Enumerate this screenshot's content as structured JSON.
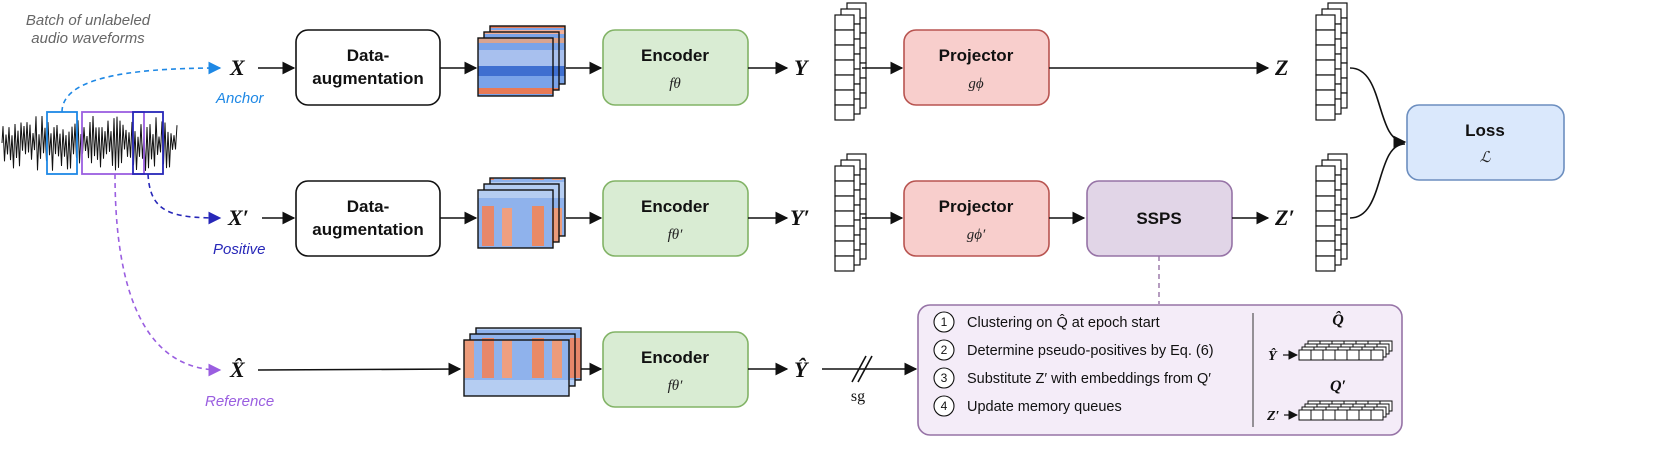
{
  "caption": "Batch of unlabeled\naudio waveforms",
  "inputs": {
    "anchor": {
      "symbol": "X",
      "label": "Anchor"
    },
    "positive": {
      "symbol": "X′",
      "label": "Positive"
    },
    "reference": {
      "symbol": "X̂",
      "label": "Reference"
    }
  },
  "augment": {
    "title_line1": "Data-",
    "title_line2": "augmentation"
  },
  "encoders": {
    "title": "Encoder",
    "sub_anchor": "fθ",
    "sub_positive": "fθ′",
    "sub_reference": "fθ′"
  },
  "outputs": {
    "y": "Y",
    "y_prime": "Y′",
    "y_hat": "Ŷ",
    "z": "Z",
    "z_prime": "Z′"
  },
  "projectors": {
    "title": "Projector",
    "sub_anchor": "gϕ",
    "sub_positive": "gϕ′"
  },
  "sssp": {
    "title": "SSPS"
  },
  "loss": {
    "title": "Loss",
    "symbol": "ℒ"
  },
  "sg_label": "sg",
  "steps": [
    {
      "num": "1",
      "text": "Clustering on Q̂ at epoch start"
    },
    {
      "num": "2",
      "text": "Determine pseudo-positives by Eq. (6)"
    },
    {
      "num": "3",
      "text": "Substitute Z′ with embeddings from Q′"
    },
    {
      "num": "4",
      "text": "Update memory queues"
    }
  ],
  "queues": {
    "q_hat": "Q̂",
    "y_hat_in": "Ŷ",
    "q_prime": "Q′",
    "z_prime_in": "Z′"
  },
  "colors": {
    "encoder_fill": "#d9ecd3",
    "encoder_stroke": "#82b366",
    "projector_fill": "#f8cecc",
    "projector_stroke": "#b85450",
    "ssps_fill": "#e1d5e7",
    "ssps_stroke": "#9673a6",
    "loss_fill": "#dae8fc",
    "loss_stroke": "#6c8ebf",
    "anchor": "#1e88e5",
    "positive": "#2727b8",
    "reference": "#9a5ee0",
    "steps_fill": "#f4ecf8",
    "steps_stroke": "#9673a6"
  }
}
